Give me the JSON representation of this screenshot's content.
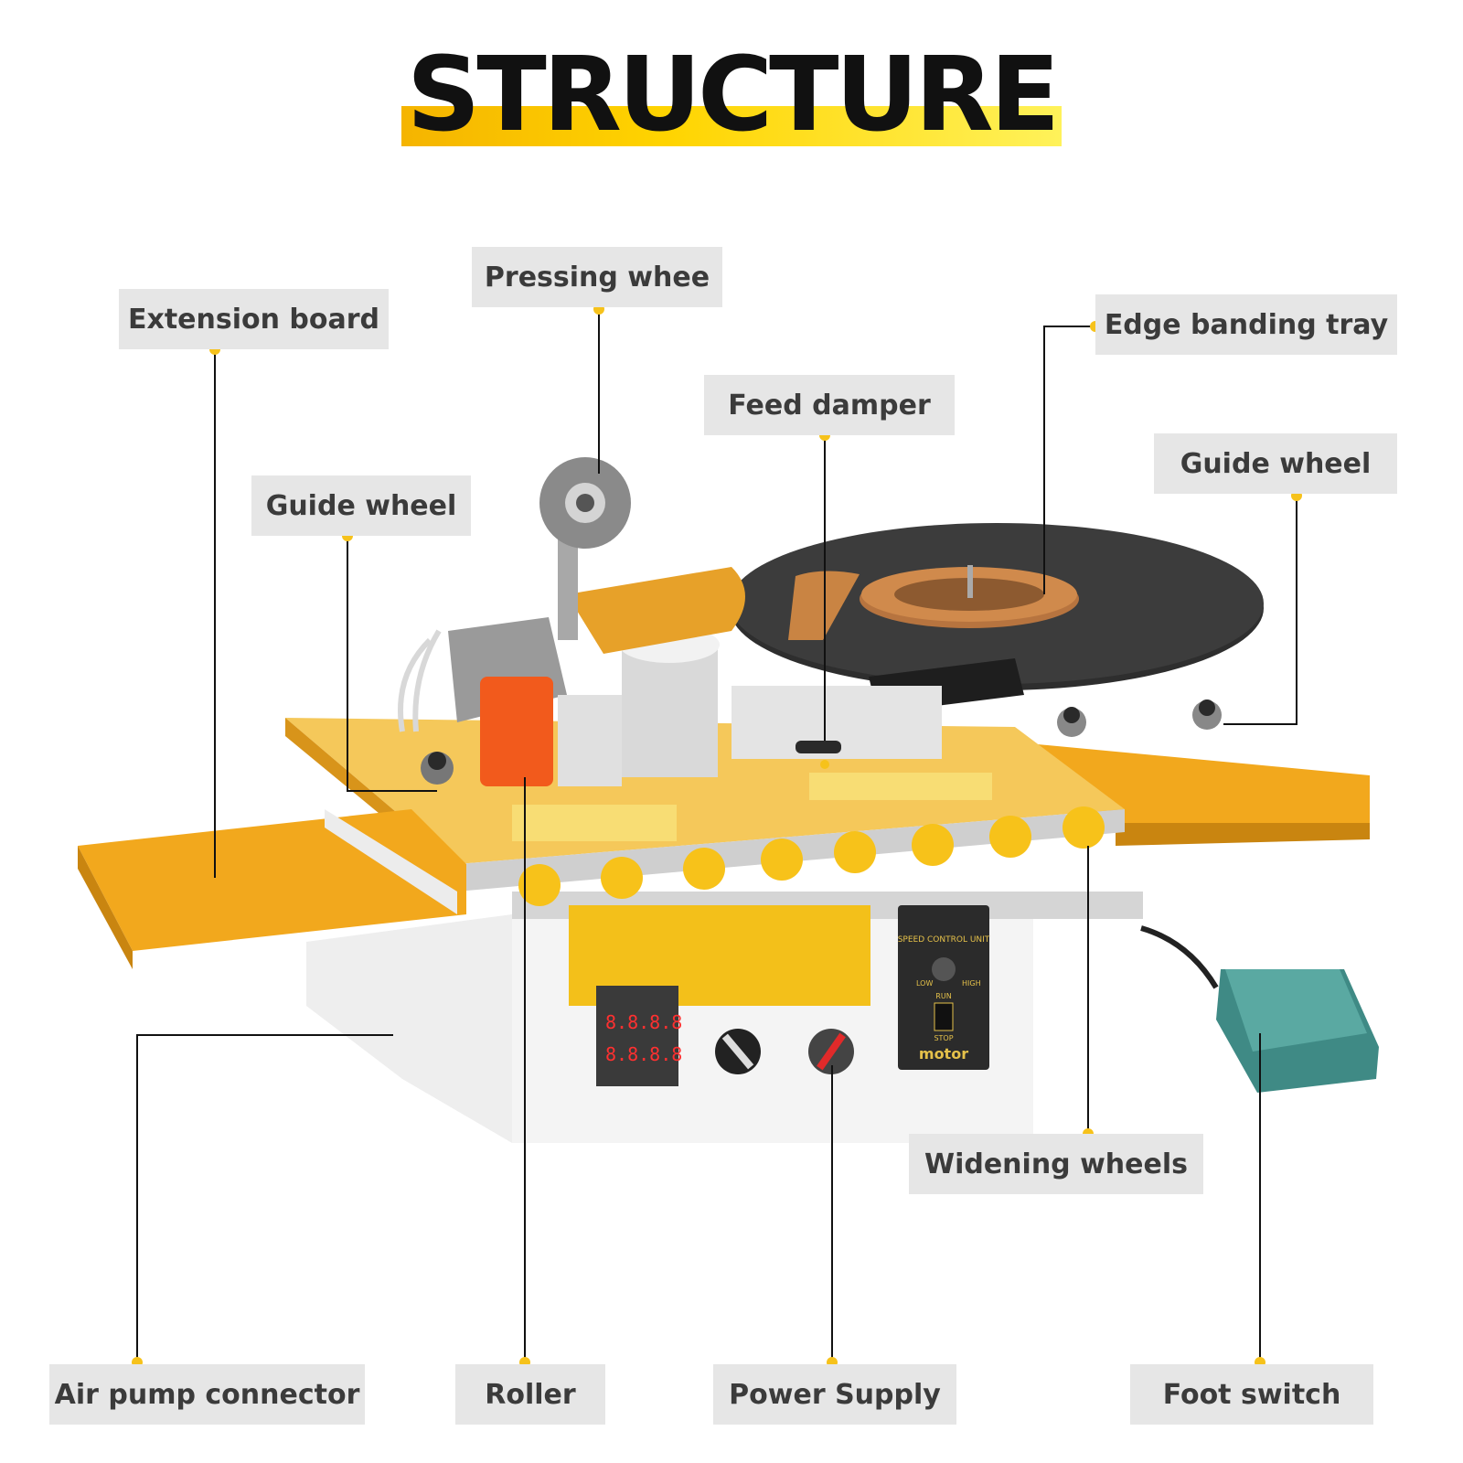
{
  "title": "STRUCTURE",
  "labels": {
    "extension_board": "Extension board",
    "pressing_wheel": "Pressing whee",
    "edge_banding_tray": "Edge banding tray",
    "feed_damper": "Feed damper",
    "guide_wheel_left": "Guide wheel",
    "guide_wheel_right": "Guide wheel",
    "widening_wheels": "Widening wheels",
    "air_pump_connector": "Air pump connector",
    "roller": "Roller",
    "power_supply": "Power Supply",
    "foot_switch": "Foot switch"
  },
  "machine": {
    "control_panel_title": "SPEED CONTROL UNIT",
    "brand": "motor",
    "run_label": "RUN",
    "stop_label": "STOP",
    "low_label": "LOW",
    "high_label": "HIGH",
    "display_digits": "8.8.8.8"
  },
  "colors": {
    "accent": "#f6c21b",
    "machine_yellow": "#f2a81d",
    "pedal": "#4b9a94",
    "label_bg": "#e6e6e6"
  }
}
